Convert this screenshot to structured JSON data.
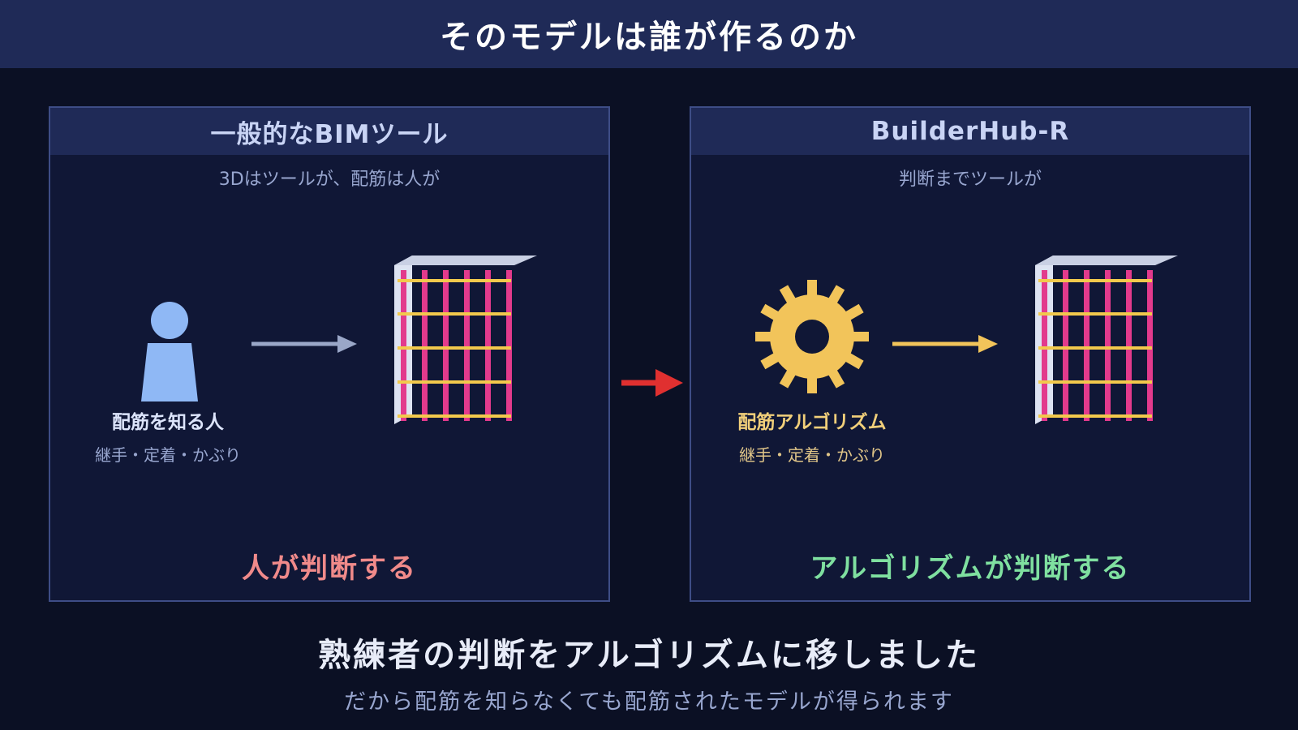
{
  "title": "そのモデルは誰が作るのか",
  "colors": {
    "background": "#0b1024",
    "header": "#1f2a57",
    "rebar_vertical": "#e23a8c",
    "rebar_horizontal": "#f2c94c",
    "gear": "#f2c45a",
    "person": "#8fb8f5",
    "transition_arrow": "#e03030"
  },
  "left_panel": {
    "header": "一般的なBIMツール",
    "subtitle": "3Dはツールが、配筋は人が",
    "actor_icon": "person-icon",
    "actor_label": "配筋を知る人",
    "actor_sub": "継手・定着・かぶり",
    "verdict": "人が判断する"
  },
  "right_panel": {
    "header": "BuilderHub-R",
    "subtitle": "判断までツールが",
    "actor_icon": "gear-icon",
    "actor_label": "配筋アルゴリズム",
    "actor_sub": "継手・定着・かぶり",
    "verdict": "アルゴリズムが判断する"
  },
  "conclusion": {
    "main": "熟練者の判断をアルゴリズムに移しました",
    "sub": "だから配筋を知らなくても配筋されたモデルが得られます"
  }
}
